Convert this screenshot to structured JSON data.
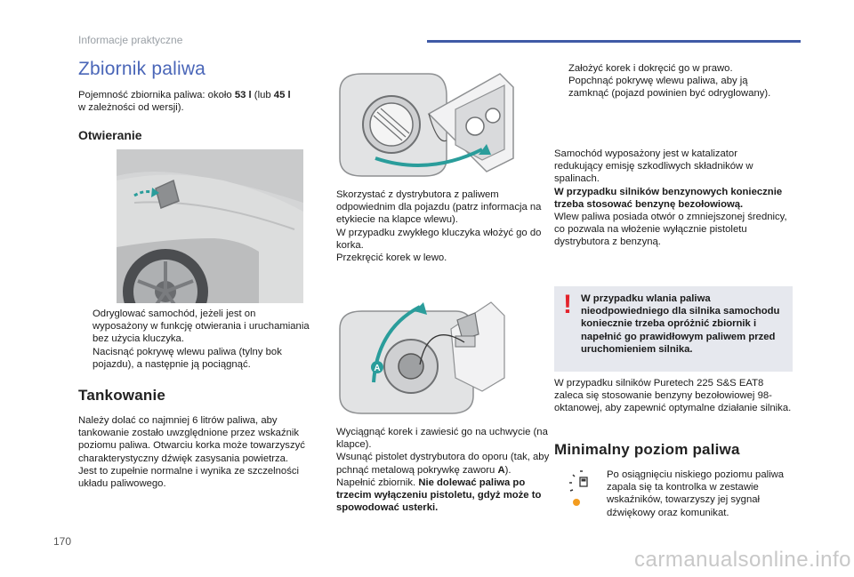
{
  "header": {
    "section": "Informacje praktyczne"
  },
  "page_title": "Zbiornik paliwa",
  "capacity": {
    "pre": "Pojemność zbiornika paliwa: około ",
    "v1": "53 l",
    "mid": " (lub ",
    "v2": "45 l",
    "post": "w zależności od wersji)."
  },
  "opening": {
    "heading": "Otwieranie",
    "bullets": [
      "Odryglować samochód, jeżeli jest on wyposażony w funkcję otwierania i uruchamiania bez użycia kluczyka.",
      "Nacisnąć pokrywę wlewu paliwa (tylny bok pojazdu), a następnie ją pociągnąć."
    ]
  },
  "refuelling": {
    "heading": "Tankowanie",
    "text": "Należy dolać co najmniej 6 litrów paliwa, aby tankowanie zostało uwzględnione przez wskaźnik poziomu paliwa. Otwarciu korka może towarzyszyć charakterystyczny dźwięk zasysania powietrza. Jest to zupełnie normalne i wynika ze szczelności układu paliwowego."
  },
  "middle_top": {
    "bullets": [
      "Skorzystać z dystrybutora z paliwem odpowiednim dla pojazdu (patrz informacja na etykiecie na klapce wlewu).",
      "W przypadku zwykłego kluczyka włożyć go do korka.",
      "Przekręcić korek w lewo."
    ]
  },
  "middle_bottom": {
    "bullet1": "Wyciągnąć korek i zawiesić go na uchwycie (na klapce).",
    "bullet2_pre": "Wsunąć pistolet dystrybutora do oporu (tak, aby pchnąć metalową pokrywkę zaworu ",
    "bullet2_bold": "A",
    "bullet2_post": ").",
    "bullet3_pre": "Napełnić zbiornik. ",
    "bullet3_bold": "Nie dolewać paliwa po trzecim wyłączeniu pistoletu, gdyż może to spowodować usterki.",
    "label_a": "A"
  },
  "right": {
    "bullets": [
      "Założyć korek i dokręcić go w prawo.",
      "Popchnąć pokrywę wlewu paliwa, aby ją zamknąć (pojazd powinien być odryglowany)."
    ],
    "catalyst_text": "Samochód wyposażony jest w katalizator redukujący emisję szkodliwych składników w spalinach.",
    "catalyst_bold": "W przypadku silników benzynowych koniecznie trzeba stosować benzynę bezołowiową.",
    "catalyst_text2": "Wlew paliwa posiada otwór o zmniejszonej średnicy, co pozwala na włożenie wyłącznie pistoletu dystrybutora z benzyną.",
    "warning": "W przypadku wlania paliwa nieodpowiedniego dla silnika samochodu koniecznie trzeba opróżnić zbiornik i napełnić go prawidłowym paliwem przed uruchomieniem silnika.",
    "warning_mark": "!",
    "puretech": "W przypadku silników Puretech 225 S&S EAT8 zaleca się stosowanie benzyny bezołowiowej 98-oktanowej, aby zapewnić optymalne działanie silnika.",
    "min_heading": "Minimalny poziom paliwa",
    "min_text": "Po osiągnięciu niskiego poziomu paliwa zapala się ta kontrolka w zestawie wskaźników, towarzyszy jej sygnał dźwiękowy oraz komunikat."
  },
  "bullet_mark": "",
  "page_number": "170",
  "watermark": "carmanualsonline.info",
  "colors": {
    "title": "#4a66b8",
    "bar": "#3f5aa6",
    "arrow": "#2a9d9b",
    "warn": "#e3232c",
    "lamp": "#f39c1f"
  }
}
